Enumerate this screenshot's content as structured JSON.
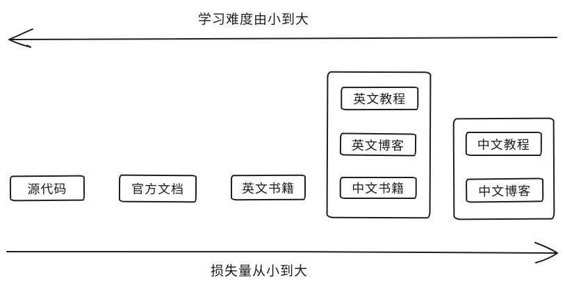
{
  "diagram": {
    "top_axis": {
      "label": "学习难度由小到大",
      "arrow_direction": "left"
    },
    "bottom_axis": {
      "label": "损失量从小到大",
      "arrow_direction": "right"
    },
    "standalone_nodes": [
      {
        "label": "源代码"
      },
      {
        "label": "官方文档"
      },
      {
        "label": "英文书籍"
      }
    ],
    "groups": [
      {
        "items": [
          {
            "label": "英文教程"
          },
          {
            "label": "英文博客"
          },
          {
            "label": "中文书籍"
          }
        ]
      },
      {
        "items": [
          {
            "label": "中文教程"
          },
          {
            "label": "中文博客"
          }
        ]
      }
    ],
    "colors": {
      "stroke": "#1c1c1c",
      "background": "#ffffff"
    }
  }
}
